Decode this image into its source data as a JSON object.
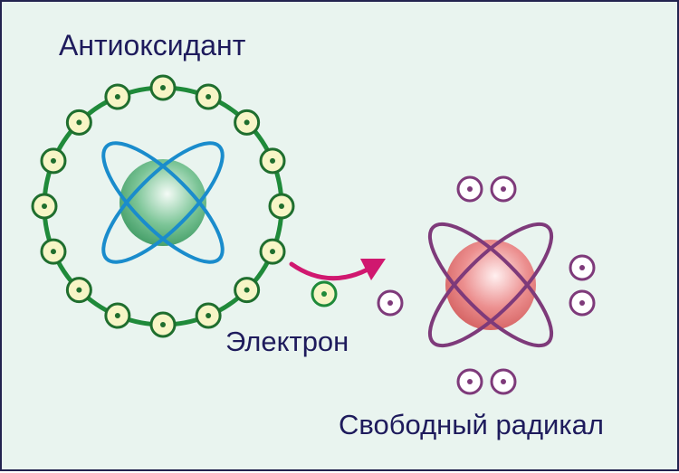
{
  "labels": {
    "antioxidant": "Антиоксидант",
    "electron": "Электрон",
    "free_radical": "Свободный радикал"
  },
  "antioxidant": {
    "electron_count": 16,
    "ring_color": "#1f8a3a",
    "orbit_color": "#1a8ccc",
    "nucleus_color": "#5dba7e",
    "electron_fill": "#f7f5c6"
  },
  "free_radical": {
    "electron_count": 7,
    "ring_color": "#d98a2b",
    "orbit_color": "#7e3a7a",
    "nucleus_color": "#e06f6f",
    "electron_fill": "#ffffff"
  },
  "arrow_color": "#d0186f",
  "text_color": "#1e1b5c"
}
